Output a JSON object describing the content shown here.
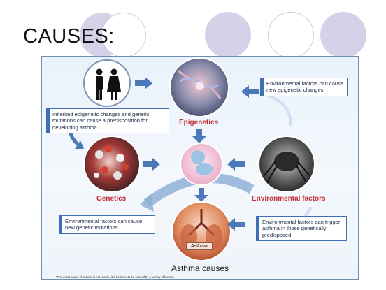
{
  "slide": {
    "title": "CAUSES:"
  },
  "diagram": {
    "title": "Asthma causes",
    "footnote": "*The exact cause of asthma is not known, it is believed to be caused by a variety of factors.",
    "nodes": {
      "epigenetics": "Epigenetics",
      "genetics": "Genetics",
      "environmental": "Environmental factors",
      "asthma": "Asthma"
    },
    "notes": {
      "inherited": "Inherited epigenetic changes and genetic mutations can cause a predisposition for developing asthma.",
      "env_epigenetic": "Environmental factors can cause new epigenetic changes.",
      "env_genetic": "Environmental factors can cause new genetic mutations",
      "env_trigger": "Environmental factors can trigger asthma in those genetically predisposed."
    }
  },
  "colors": {
    "accent": "#3f6fb3",
    "label_red": "#c7303a",
    "deco_circle": "#d5d1e8",
    "arrow_blue": "#4a78b8"
  }
}
